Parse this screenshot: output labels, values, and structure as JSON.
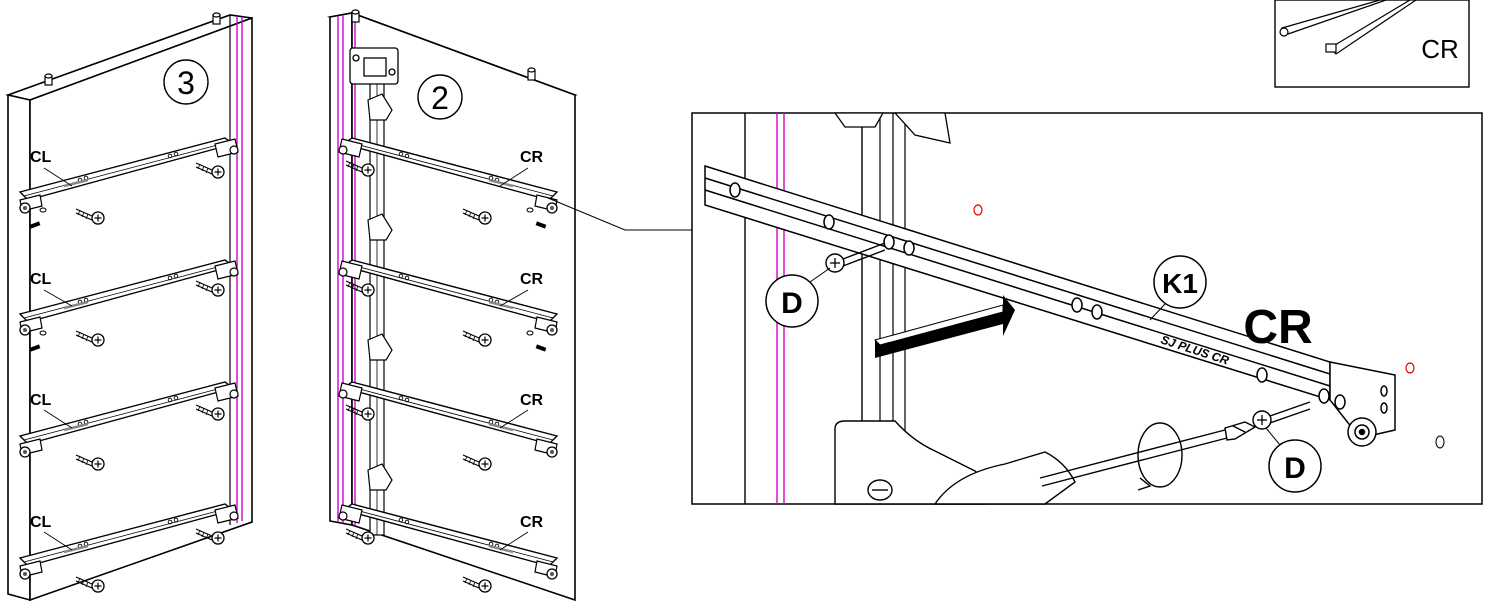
{
  "panels": [
    {
      "number": "3",
      "labels": [
        "CL",
        "CL",
        "CL",
        "CL"
      ]
    },
    {
      "number": "2",
      "labels": [
        "CR",
        "CR",
        "CR",
        "CR"
      ]
    }
  ],
  "detail": {
    "part_label": "K1",
    "side_label": "CR",
    "screw_label_1": "D",
    "screw_label_2": "D",
    "rail_marking": "SJ PLUS CR"
  },
  "inset": {
    "label": "CR"
  }
}
